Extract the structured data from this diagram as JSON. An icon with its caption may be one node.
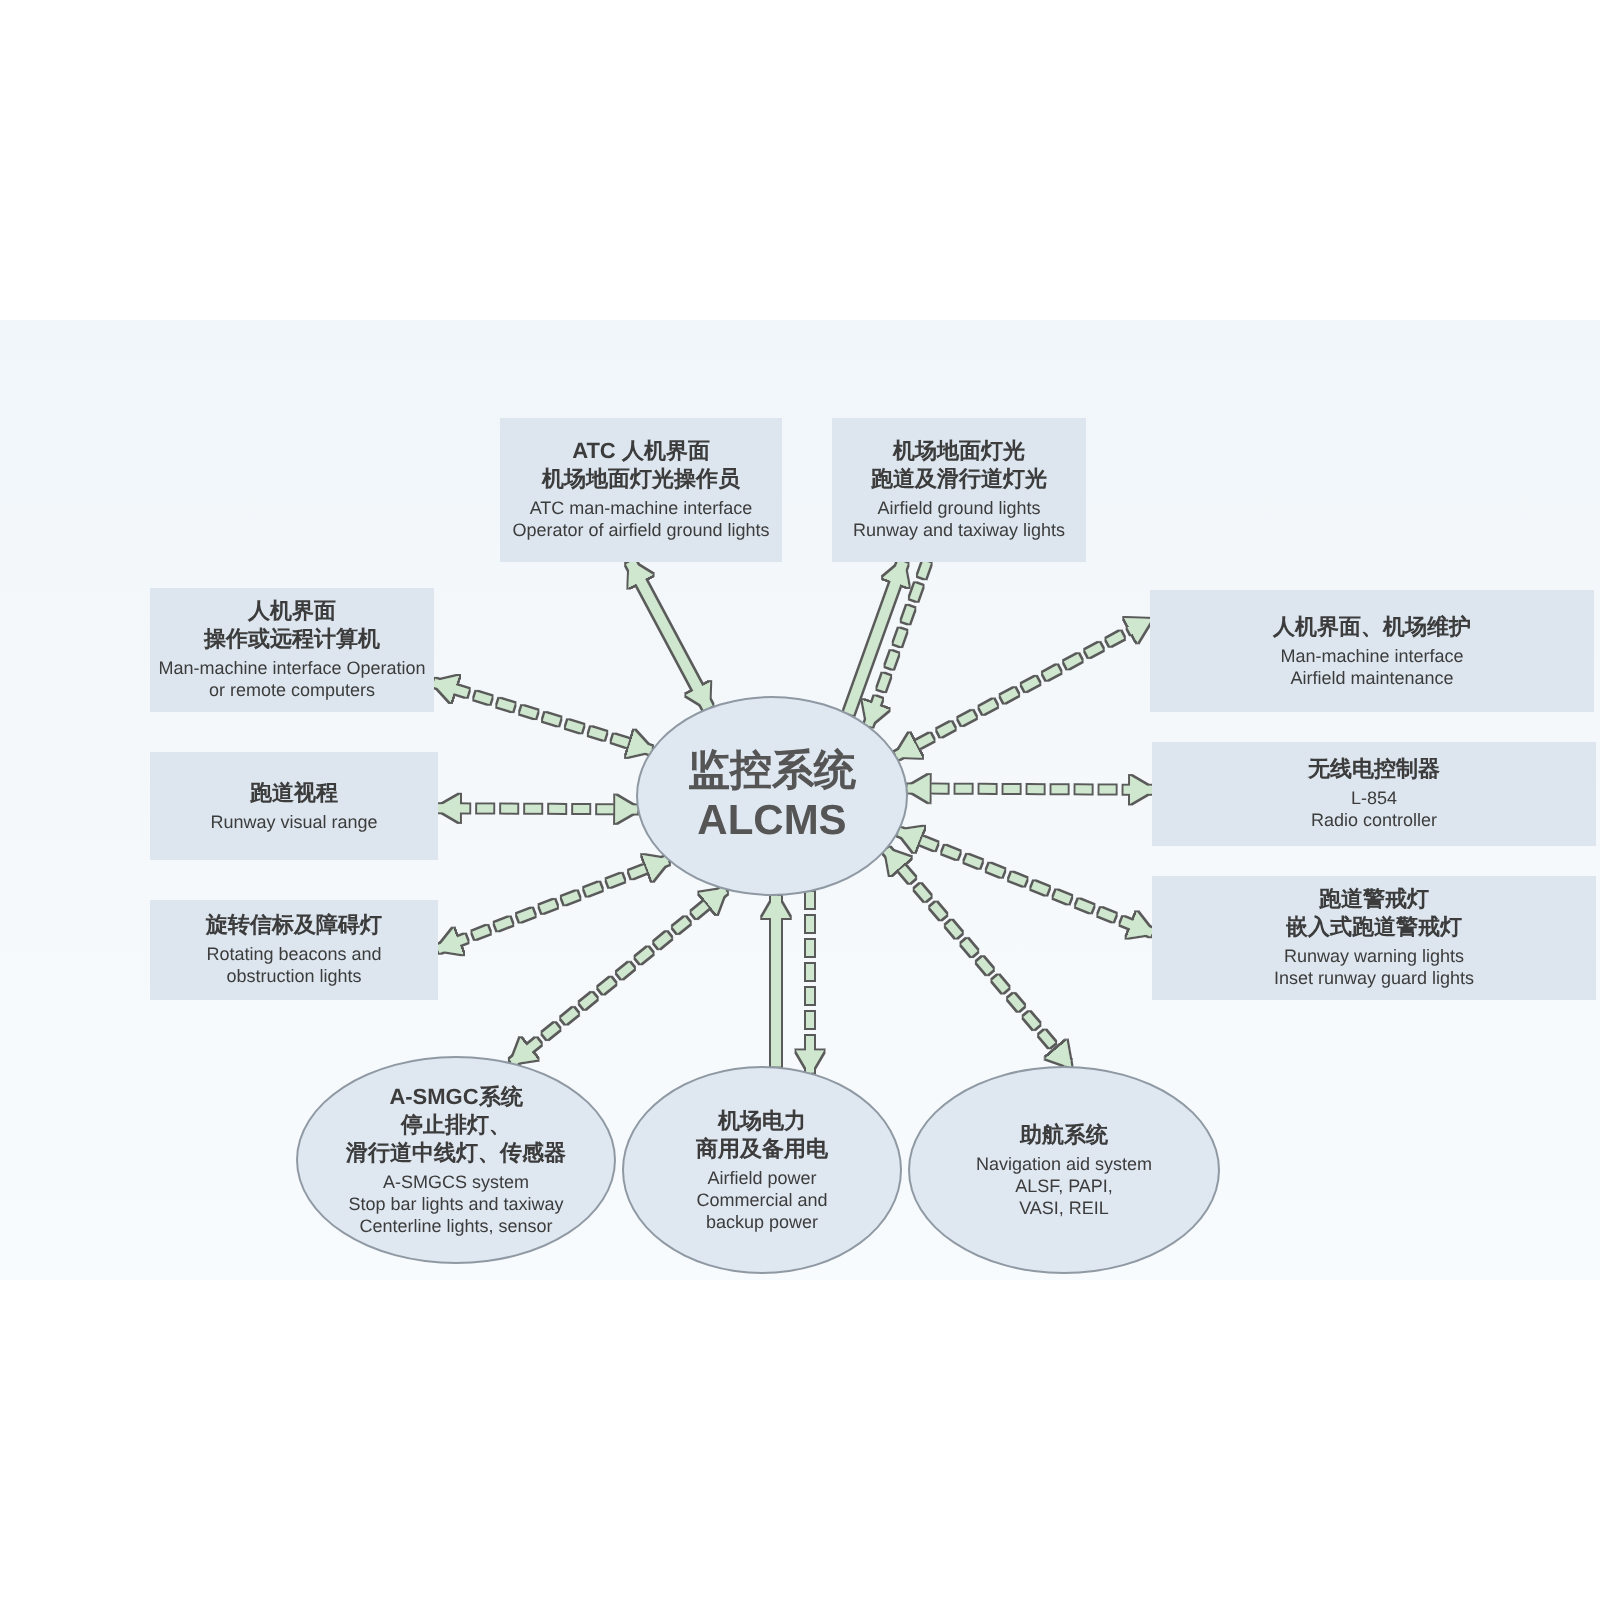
{
  "diagram": {
    "nodes": [
      {
        "text": [
          "监控系统",
          "ALCMS"
        ]
      },
      {
        "text": [
          "ATC 人机界面",
          "机场地面灯光操作员",
          "ATC man-machine interface Operator of airfield ground lights"
        ]
      },
      {
        "text": [
          "机场地面灯光",
          "跑道及滑行道灯光",
          "Airfield ground lights Runway and taxiway lights"
        ]
      },
      {
        "text": [
          "人机界面",
          "操作或远程计算机",
          "Man-machine interface Operation or remote computers"
        ]
      },
      {
        "text": [
          "跑道视程",
          "Runway visual range"
        ]
      },
      {
        "text": [
          "旋转信标及障碍灯",
          "Rotating beacons and obstruction lights"
        ]
      },
      {
        "text": [
          "人机界面、机场维护",
          "Man-machine interface Airfield maintenance"
        ]
      },
      {
        "text": [
          "无线电控制器",
          "L-854",
          "Radio controller"
        ]
      },
      {
        "text": [
          "跑道警戒灯",
          "嵌入式跑道警戒灯",
          "Runway warning lights Inset runway guard lights"
        ]
      },
      {
        "text": [
          "A-SMGC系统",
          "停止排灯、",
          "滑行道中线灯、传感器",
          "A-SMGCS system",
          "Stop bar lights and taxiway Centerline lights, sensor"
        ]
      },
      {
        "text": [
          "机场电力",
          "商用及备用电",
          "Airfield power Commercial and backup power"
        ]
      },
      {
        "text": [
          "助航系统",
          "Navigation aid system",
          "ALSF, PAPI, VASI, REIL"
        ]
      }
    ],
    "edges": [
      {
        "from": 0,
        "to": 1,
        "arrow": "both"
      },
      {
        "from": 0,
        "to": 2,
        "arrow": "to"
      },
      {
        "from": 2,
        "to": 0,
        "arrow": "to",
        "style": "dashed"
      },
      {
        "from": 0,
        "to": 3,
        "arrow": "both",
        "style": "dashed"
      },
      {
        "from": 0,
        "to": 4,
        "arrow": "both",
        "style": "dashed"
      },
      {
        "from": 0,
        "to": 5,
        "arrow": "both",
        "style": "dashed"
      },
      {
        "from": 0,
        "to": 6,
        "arrow": "both",
        "style": "dashed"
      },
      {
        "from": 0,
        "to": 7,
        "arrow": "both",
        "style": "dashed"
      },
      {
        "from": 0,
        "to": 8,
        "arrow": "both",
        "style": "dashed"
      },
      {
        "from": 0,
        "to": 9,
        "arrow": "both",
        "style": "dashed"
      },
      {
        "from": 10,
        "to": 0,
        "arrow": "to"
      },
      {
        "from": 0,
        "to": 10,
        "arrow": "to",
        "style": "dashed"
      },
      {
        "from": 0,
        "to": 11,
        "arrow": "both",
        "style": "dashed"
      }
    ]
  }
}
